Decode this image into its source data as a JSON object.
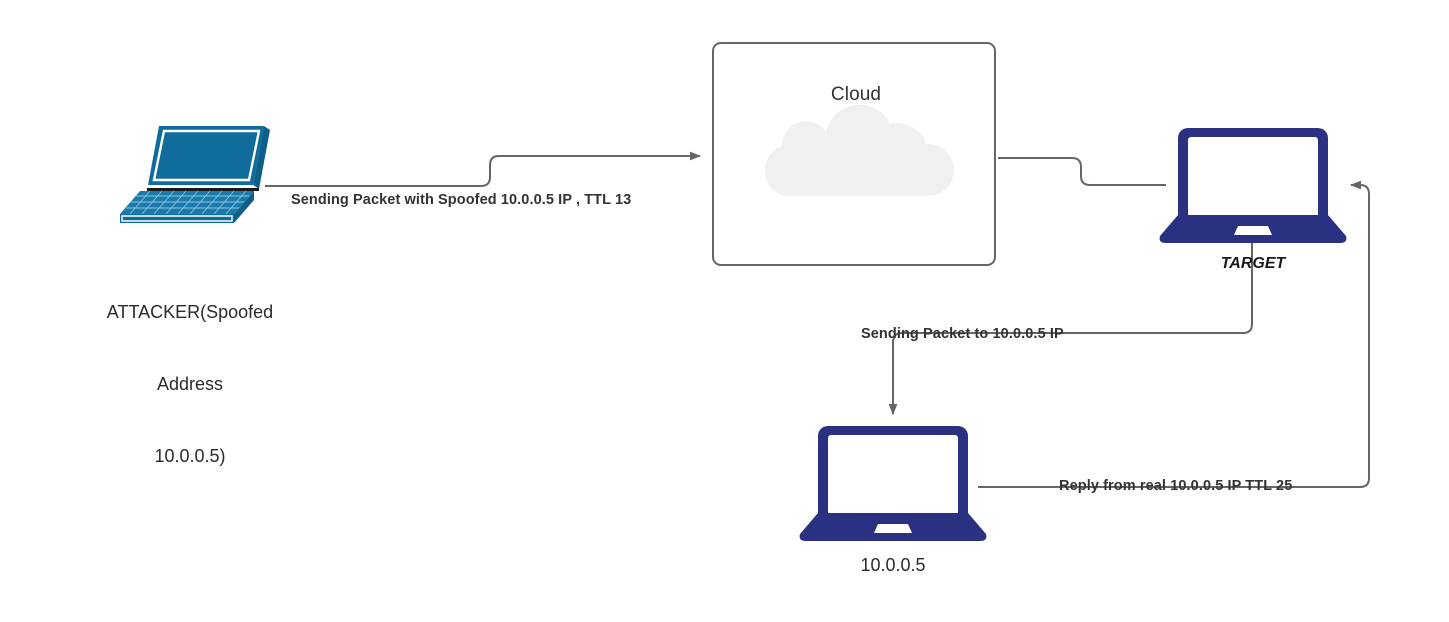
{
  "diagram": {
    "title": "IP Spoofing Attack Flow",
    "background": "#ffffff",
    "colors": {
      "attacker_device": "#0f6c9c",
      "host_device": "#2a3180",
      "connector": "#666666",
      "box_border": "#666666",
      "cloud_fill": "#f0f0f0",
      "text": "#2b2b2b"
    }
  },
  "nodes": {
    "attacker": {
      "icon": "laptop-isometric-icon",
      "caption_lines": [
        "ATTACKER(Spoofed",
        "Address",
        "10.0.0.5)"
      ],
      "caption": "ATTACKER(Spoofed\nAddress\n10.0.0.5)"
    },
    "cloud": {
      "icon": "cloud-icon",
      "label": "Cloud"
    },
    "target": {
      "icon": "laptop-front-icon",
      "label": "TARGET"
    },
    "victim": {
      "icon": "laptop-front-icon",
      "label": "10.0.0.5"
    }
  },
  "edges": [
    {
      "id": "attacker-to-cloud",
      "label": "Sending Packet with Spoofed 10.0.0.5 IP , TTL 13",
      "from": "attacker",
      "to": "cloud",
      "arrow": "end"
    },
    {
      "id": "cloud-to-target",
      "label": "",
      "from": "cloud",
      "to": "target",
      "arrow": "none"
    },
    {
      "id": "target-to-victim",
      "label": "Sending Packet to 10.0.0.5 IP",
      "from": "target",
      "to": "victim",
      "arrow": "end"
    },
    {
      "id": "victim-to-target",
      "label": "Reply from real 10.0.0.5 IP TTL 25",
      "from": "victim",
      "to": "target",
      "arrow": "end"
    }
  ]
}
